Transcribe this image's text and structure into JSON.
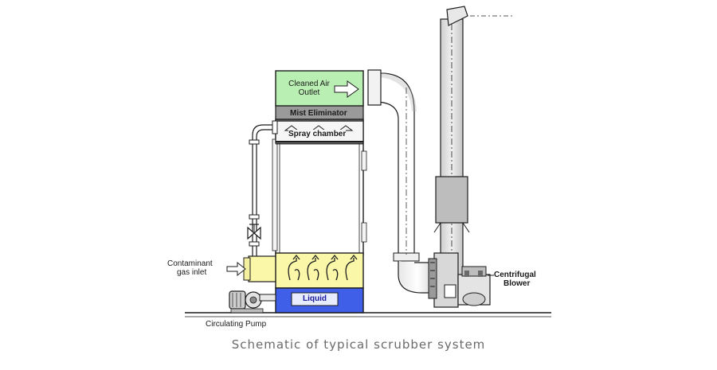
{
  "labels": {
    "cleaned_air_outlet_line1": "Cleaned Air",
    "cleaned_air_outlet_line2": "Outlet",
    "mist_eliminator": "Mist Eliminator",
    "spray_chamber": "Spray chamber",
    "contaminant_line1": "Contaminant",
    "contaminant_line2": "gas inlet",
    "liquid": "Liquid",
    "circulating_pump": "Circulating Pump",
    "centrifugal_line1": "Centrifugal",
    "centrifugal_line2": "Blower"
  },
  "caption": "Schematic of typical scrubber system",
  "colors": {
    "outlet_box": "#b9efb2",
    "inlet_box": "#fbf7a8",
    "liquid_box": "#3f5fe8",
    "stack": "#d6d6d6",
    "line": "#1c1c1c"
  }
}
